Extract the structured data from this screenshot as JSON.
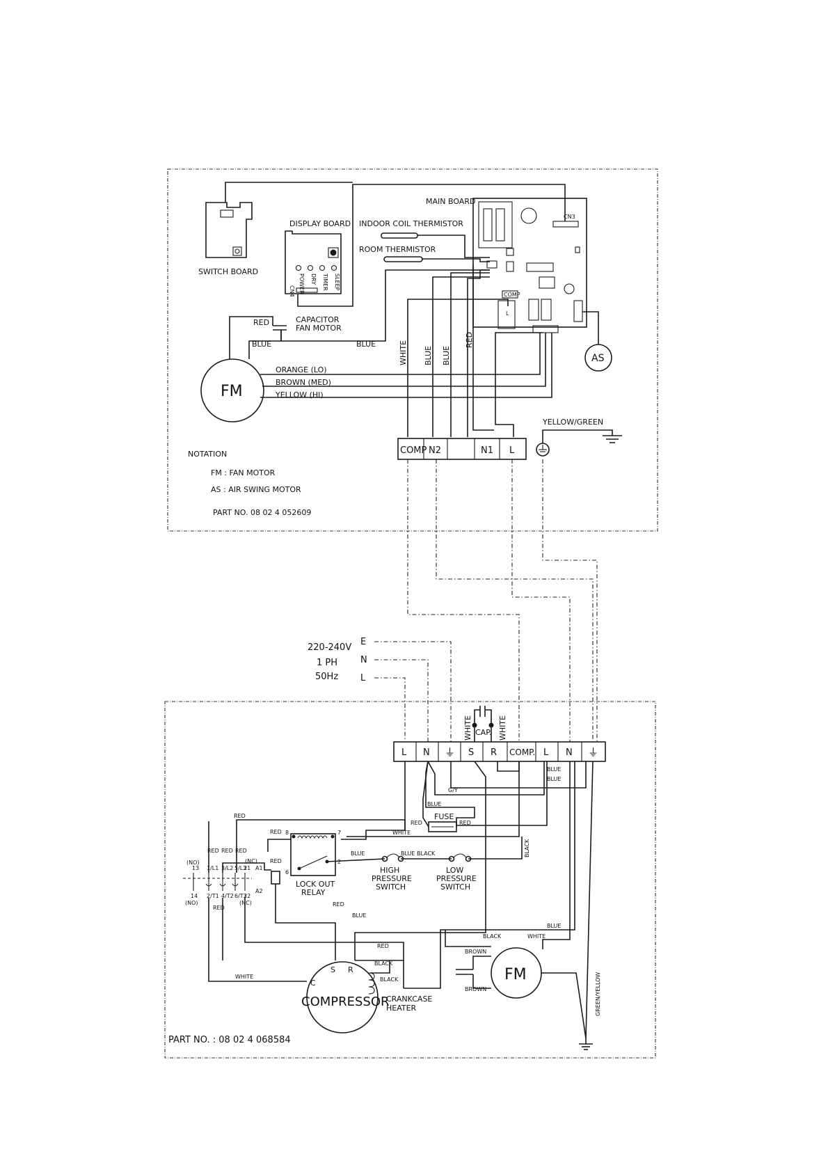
{
  "indoor": {
    "main_board": "MAIN BOARD",
    "display_board": "DISPLAY BOARD",
    "switch_board": "SWITCH BOARD",
    "indoor_coil_thermistor": "INDOOR COIL THERMISTOR",
    "room_thermistor": "ROOM THERMISTOR",
    "capacitor_line1": "CAPACITOR",
    "capacitor_line2": "FAN MOTOR",
    "display_buttons": [
      "POWER",
      "DRY",
      "TIMER",
      "SLEEP"
    ],
    "display_cn": "CN4",
    "main_cn3": "CN3",
    "comp_relay": "COMP",
    "relay_l": "L",
    "fan_motor": "FM",
    "air_swing": "AS",
    "wires": {
      "red": "RED",
      "blue_left": "BLUE",
      "blue_mid": "BLUE",
      "white": "WHITE",
      "blue_v1": "BLUE",
      "blue_v2": "BLUE",
      "red_v": "RED",
      "orange": "ORANGE (LO)",
      "brown": "BROWN (MED)",
      "yellow": "YELLOW (HI)",
      "yellow_green": "YELLOW/GREEN"
    },
    "terminals": [
      "COMP",
      "N2",
      "",
      "N1",
      "L"
    ],
    "notation_title": "NOTATION",
    "notation_fm": "FM :   FAN MOTOR",
    "notation_as": "AS :   AIR SWING MOTOR",
    "part_no": "PART NO. 08  02  4  052609"
  },
  "supply": {
    "voltage": "220-240V",
    "phase": "1 PH",
    "freq": "50Hz",
    "e": "E",
    "n": "N",
    "l": "L"
  },
  "outdoor": {
    "terminals": [
      "L",
      "N",
      "⏚",
      "S",
      "R",
      "COMP.",
      "L",
      "N",
      "⏚"
    ],
    "cap": "CAP.",
    "white_a": "WHITE",
    "white_b": "WHITE",
    "fuse": "FUSE",
    "lock_out_relay_1": "LOCK OUT",
    "lock_out_relay_2": "RELAY",
    "high_ps": [
      "HIGH",
      "PRESSURE",
      "SWITCH"
    ],
    "low_ps": [
      "LOW",
      "PRESSURE",
      "SWITCH"
    ],
    "compressor": "COMPRESSOR",
    "comp_c": "C",
    "comp_s": "S",
    "comp_r": "R",
    "crankcase_1": "CRANKCASE",
    "crankcase_2": "HEATER",
    "fan_motor": "FM",
    "relay_pins": {
      "r8": "8",
      "r7": "7",
      "r6": "6",
      "r2": "2",
      "a1": "A1",
      "a2": "A2"
    },
    "contactor": {
      "no_top": "(NO)",
      "nc_top": "(NC)",
      "no_bottom": "(NO)",
      "nc_bottom": "(NC)",
      "top_pins": [
        "13",
        "1/L1",
        "3/L2",
        "5/L3",
        "21"
      ],
      "bottom_pins": [
        "14",
        "2/T1",
        "4/T2",
        "6/T3",
        "22"
      ]
    },
    "wires": {
      "blue1": "BLUE",
      "blue2": "BLUE",
      "gy": "G/Y",
      "blue3": "BLUE",
      "red1": "RED",
      "red_fuse_l": "RED",
      "red_fuse_r": "RED",
      "red8": "RED",
      "white_mid": "WHITE",
      "red_relay": "RED",
      "blue_h": "BLUE",
      "blue_black": "BLUE  BLACK",
      "black_v": "BLACK",
      "red_c1": "RED",
      "red_c2": "RED",
      "red_c3": "RED",
      "red_bottom": "RED",
      "red_lower": "RED",
      "blue_lower": "BLUE",
      "blue_right": "BLUE",
      "black_fm": "BLACK",
      "white_fm": "WHITE",
      "red_comp": "RED",
      "black1": "BLACK",
      "black2": "BLACK",
      "brown1": "BROWN",
      "brown2": "BROWN",
      "white_comp": "WHITE",
      "green_yellow": "GREEN/YELLOW"
    },
    "part_no": "PART NO. : 08  02  4    068584"
  }
}
